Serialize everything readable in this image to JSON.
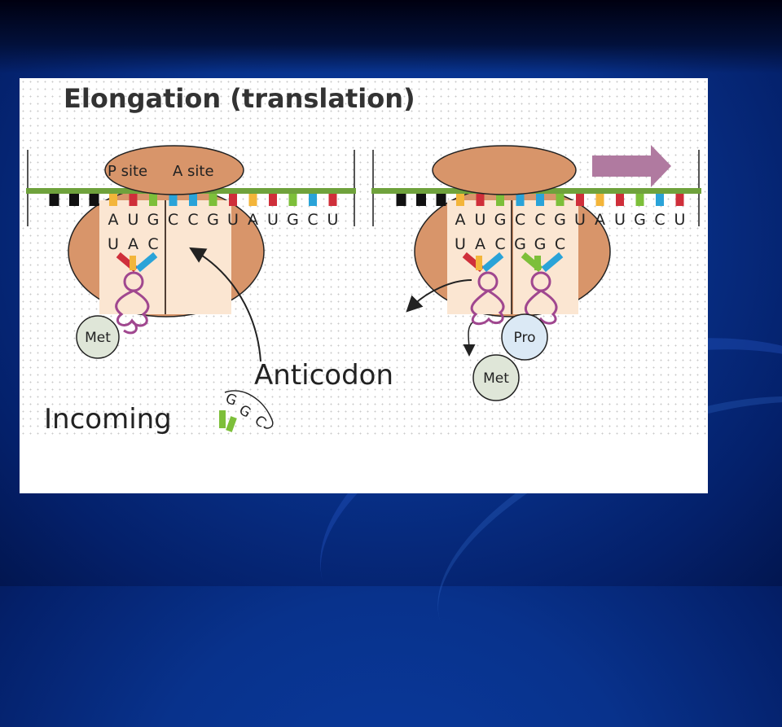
{
  "title": "Elongation (translation)",
  "labels": {
    "p_site": "P site",
    "a_site": "A site",
    "anticodon": "Anticodon",
    "incoming": "Incoming",
    "met": "Met",
    "pro": "Pro"
  },
  "left_panel": {
    "codons": [
      "A",
      "U",
      "G",
      "C",
      "C",
      "G",
      "U",
      "A",
      "U",
      "G",
      "C",
      "U"
    ],
    "anticodon_p": [
      "U",
      "A",
      "C"
    ]
  },
  "right_panel": {
    "codons": [
      "A",
      "U",
      "G",
      "C",
      "C",
      "G",
      "U",
      "A",
      "U",
      "G",
      "C",
      "U"
    ],
    "anticodon_p": [
      "U",
      "A",
      "C"
    ],
    "anticodon_a": [
      "G",
      "G",
      "C"
    ]
  },
  "incoming_anticodon": [
    "G",
    "G",
    "C"
  ],
  "colors": {
    "ribosome": "#d8956a",
    "ribosome_outline": "#222222",
    "site_light": "#fbe6d2",
    "mrna": "#6fa23c",
    "trna": "#a0478f",
    "amino_met": "#dfe6d8",
    "amino_pro": "#dbe9f5",
    "arrow": "#b07aa0",
    "base_a": "#f3b53a",
    "base_u": "#cf2f3a",
    "base_g": "#7dbf3a",
    "base_c": "#2aa3d8",
    "base_black": "#111111"
  }
}
